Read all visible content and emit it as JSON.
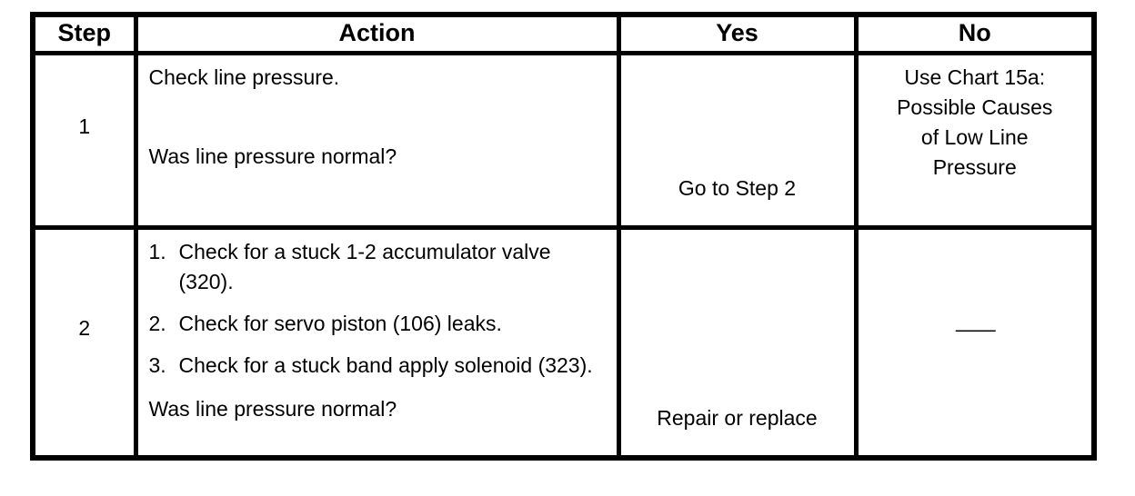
{
  "colors": {
    "background": "#ffffff",
    "text": "#000000",
    "border": "#000000"
  },
  "table": {
    "headers": {
      "step": "Step",
      "action": "Action",
      "yes": "Yes",
      "no": "No"
    },
    "rows": [
      {
        "step": "1",
        "action": {
          "intro": "Check line pressure.",
          "question": "Was line pressure normal?"
        },
        "yes": "Go to Step 2",
        "no": "Use Chart 15a:\nPossible Causes\nof Low Line\nPressure"
      },
      {
        "step": "2",
        "action": {
          "items": [
            {
              "num": "1.",
              "text": "Check for a stuck 1-2 accumulator valve (320)."
            },
            {
              "num": "2.",
              "text": "Check for servo piston (106) leaks."
            },
            {
              "num": "3.",
              "text": "Check for a stuck band apply solenoid (323)."
            }
          ],
          "question": "Was line pressure normal?"
        },
        "yes": "Repair or replace",
        "no": "——"
      }
    ]
  }
}
